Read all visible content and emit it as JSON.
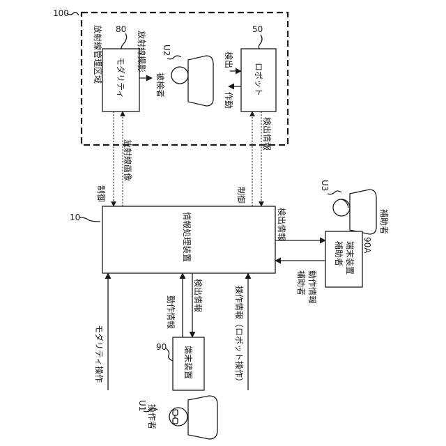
{
  "labels": {
    "system_ref": "100",
    "area_title": "放射線管理区域",
    "modality_ref": "80",
    "modality": "モダリティ",
    "radiography": "放射線撮影",
    "subject_ref": "U2",
    "subject": "被検者",
    "robot_ref": "50",
    "robot": "ロボット",
    "detect": "検出",
    "actuate": "作動",
    "radiation_image": "放射線画像",
    "detection_info_top": "検出情報",
    "control_left": "制御",
    "control_right": "制御",
    "ipd_ref": "10",
    "ipd": "情報処理装置",
    "detection_info_mid": "検出情報",
    "assistant_ref": "U3",
    "assistant": "補助者",
    "aux_terminal_ref": "90A",
    "aux_terminal_1": "補助者",
    "aux_terminal_2": "端末装置",
    "aux_motion_1": "補助者",
    "aux_motion_2": "動作情報",
    "motion_info": "動作情報",
    "detection_info_low": "検出情報",
    "terminal_ref": "90",
    "terminal": "端末装置",
    "modality_op": "モダリティ操作",
    "op_info": "操作情報（ロボット操作）",
    "operator_ref": "U1",
    "operator": "操作者"
  }
}
